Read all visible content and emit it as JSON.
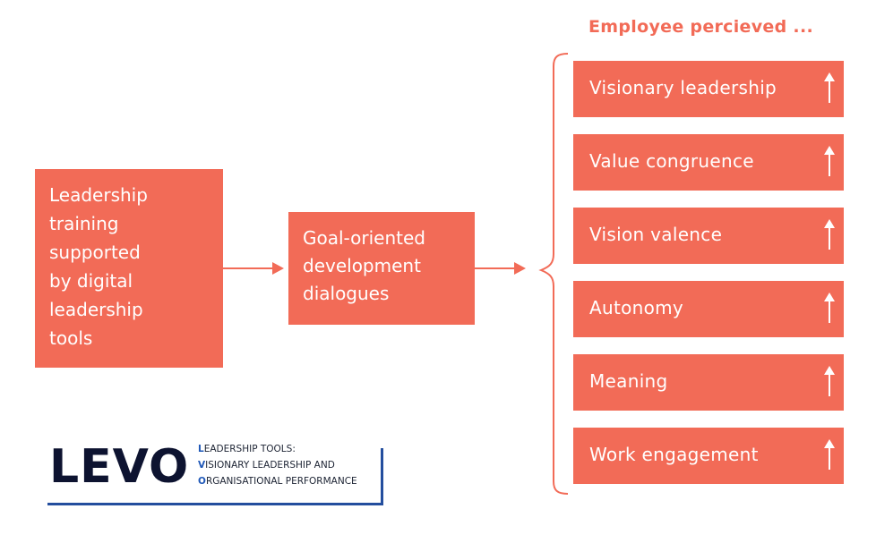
{
  "diagram": {
    "input_box": "Leadership\ntraining\nsupported\nby digital\nleadership\ntools",
    "middle_box": "Goal-oriented\ndevelopment\ndialogues",
    "outcomes_heading": "Employee percieved ...",
    "outcomes": [
      {
        "label": "Visionary leadership",
        "icon": "up-arrow-icon"
      },
      {
        "label": "Value congruence",
        "icon": "up-arrow-icon"
      },
      {
        "label": "Vision valence",
        "icon": "up-arrow-icon"
      },
      {
        "label": "Autonomy",
        "icon": "up-arrow-icon"
      },
      {
        "label": "Meaning",
        "icon": "up-arrow-icon"
      },
      {
        "label": "Work engagement",
        "icon": "up-arrow-icon"
      }
    ]
  },
  "logo": {
    "wordmark": "LEVO",
    "lines": [
      {
        "initial": "L",
        "rest": "EADERSHIP TOOLS:"
      },
      {
        "initial": "V",
        "rest": "ISIONARY LEADERSHIP AND"
      },
      {
        "initial": "O",
        "rest": "RGANISATIONAL PERFORMANCE"
      }
    ]
  },
  "colors": {
    "accent": "#f26b57",
    "logo_text": "#0d1330",
    "logo_blue": "#244e9e"
  }
}
